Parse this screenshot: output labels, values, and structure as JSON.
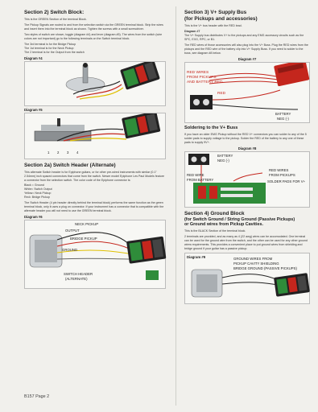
{
  "left": {
    "sec2": {
      "title": "Section 2) Switch Block:",
      "p1": "This is the GREEN Section of the terminal Block.",
      "p2": "The Pickup Signals are routed to and from the selection switch via the GREEN terminal block. Strip the wires and insert them into the terminal block as shown. Tighten the screws with a small screwdriver.",
      "p3": "Two styles of switch are shown, toggle (diagram #4) and lever (diagram #5). The wires from the switch (wire colors are not important) go to the following terminals on the Switch terminal block.",
      "p4": "The 3rd terminal is for the Bridge Pickup",
      "p5": "The 1st terminal is for the Neck Pickup",
      "p6": "The 2 terminal is for the Output from the switch"
    },
    "diag4": "Diagram #4",
    "diag5": "Diagram #5",
    "switch_nums": [
      "1",
      "2",
      "3",
      "4"
    ],
    "sec2a": {
      "title": "Section 2a) Switch Header (Alternate)",
      "p1": "This alternate Switch header is for Epiphone guitars, or for other pre-wired instruments with similar (0.1\" 2.54mm) inch spaced connectors that come from the switch. Newer model Epiphone Les Paul Models feature a connector from the selection switch. The color code of the Epiphone connector is:",
      "c1": "Black = Ground",
      "c2": "White= Switch Output",
      "c3": "Yellow= Neck Pickup",
      "c4": "Red= Bridge Pickup",
      "p2": "The Switch Header (4 pin header directly behind the terminal block) performs the same function as the green terminal block, only it uses a plug on connector. If your instrument has a connector that is compatible with the alternate header you will not need to use the GREEN terminal block."
    },
    "diag6": "Diagram #6",
    "d6_labels": {
      "neck": "NECK PICKUP",
      "output": "OUTPUT",
      "bridge": "BRIDGE PICKUP",
      "ground": "GROUND",
      "header1": "SWITCH HEADER",
      "header2": "(ALTERNATE)"
    }
  },
  "right": {
    "sec3": {
      "title1": "Section 3) V+ Supply Bus",
      "title2": "(for Pickups and accessories)",
      "sub": "This is the V+ bus header with the RED lead.",
      "dtitle": "Diagram #7",
      "p1": "The V+ Supply bus distributes V+ to the pickups and any EMG accessory circuits such as the SPC, EXG, RPC, or B1.",
      "p2": "The RED wires of those accessories will also plug into the V+ Buss. Plug the RED wires from the pickups and the RED wire of the battery clip into V+ Supply Buss. If you need to solder to the buss, see diagram #8 below."
    },
    "diag7": "Diagram #7",
    "d7_labels": {
      "red_wires1": "RED WIRES",
      "red_wires2": "FROM PICKUPS",
      "red_wires3": "AND BATTERY RED",
      "red": "RED",
      "battery1": "BATTERY",
      "battery2": "NEG (-)"
    },
    "solder": {
      "title": "Soldering to the V+ Buss",
      "p1": "If you have an older EMG Pickup without the RED V+ connectors you can solder to any of the 5 solder pads to supply voltage to the pickup. Solder the RED of the battery to any one of these pads to supply 9V+."
    },
    "diag8": "Diagram #8",
    "d8_labels": {
      "battery1": "BATTERY",
      "battery2": "NEG (-)",
      "red_batt1": "RED WIRE",
      "red_batt2": "FROM BATTERY",
      "red_pick1": "RED WIRES",
      "red_pick2": "FROM PICKUPS",
      "pads": "SOLDER PADS FOR V+"
    },
    "sec4": {
      "title1": "Section 4) Ground Block",
      "title2": "(for Switch Ground / String Ground (Passive Pickups)",
      "title3": "or Ground wires from Pickup Cavities.",
      "sub": "This is the BLACK Section of the terminal block.",
      "p1": "2 terminals are provided, and as many as 4 (22 awg) wires can be accomodated. One terminal can be used for the ground wire from the switch, and the other can be used for any other ground wires requirements. This provides a convenient place to put ground wires from shielding and bridge ground if your guitar has a passive pickup."
    },
    "diag9": "Diagram #9",
    "d9_labels": {
      "l1": "GROUND WIRES FROM",
      "l2": "PICKUP CAVITY SHIELDING",
      "l3": "BRIDGE GROUND (PASSIVE PICKUPS)"
    }
  },
  "footer": "B157 Page 2",
  "colors": {
    "red": "#c4261d",
    "green": "#2f8c3a",
    "black": "#1f1f1f",
    "paper": "#f1f0ec"
  }
}
